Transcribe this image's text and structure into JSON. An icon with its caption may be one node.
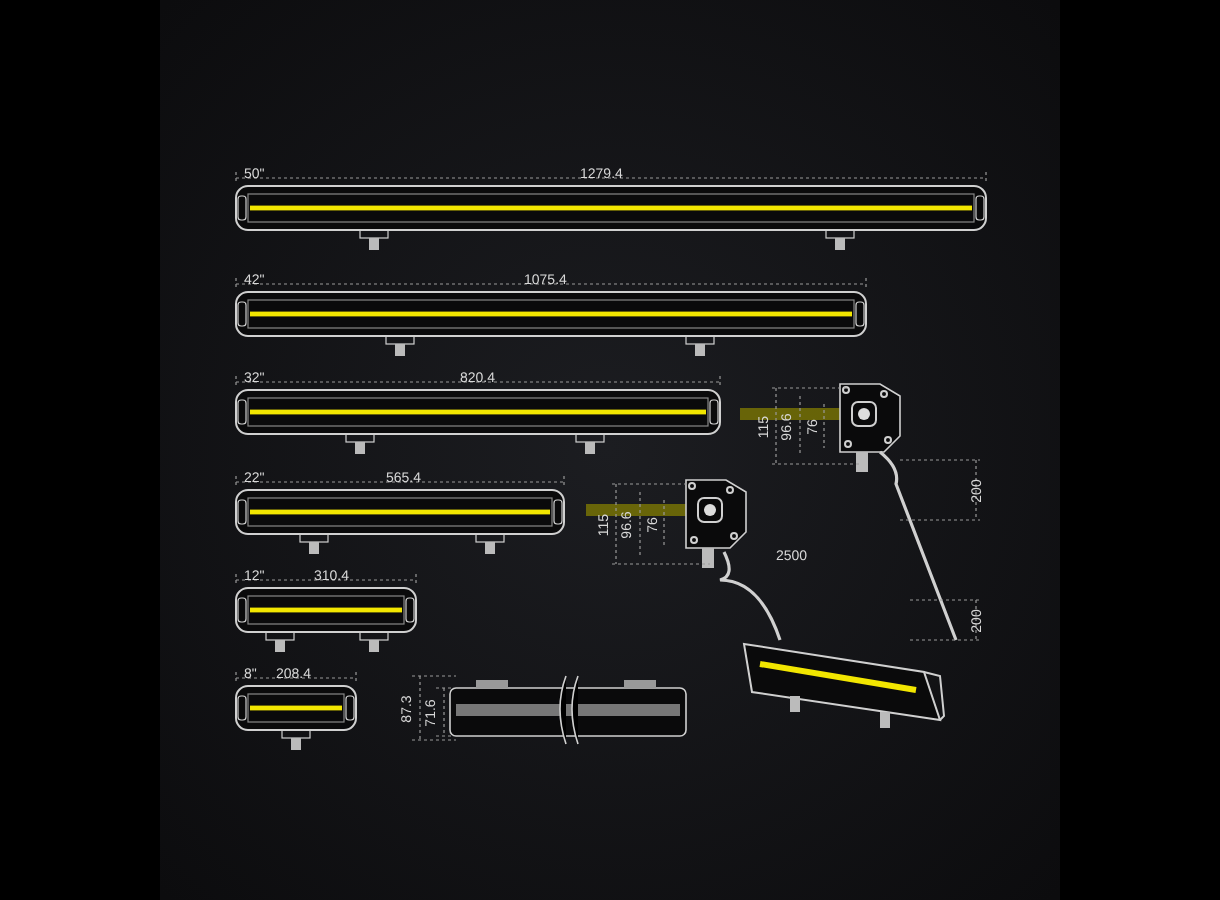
{
  "diagram": {
    "labels": [
      "50\"",
      "1279.4",
      "42\"",
      "1075.4",
      "32\"",
      "820.4",
      "115",
      "96.6",
      "76",
      "200",
      "22\"",
      "565.4",
      "115",
      "96.6",
      "76",
      "2500",
      "12\"",
      "310.4",
      "200",
      "8\"",
      "208.4",
      "87.3",
      "71.6"
    ]
  }
}
